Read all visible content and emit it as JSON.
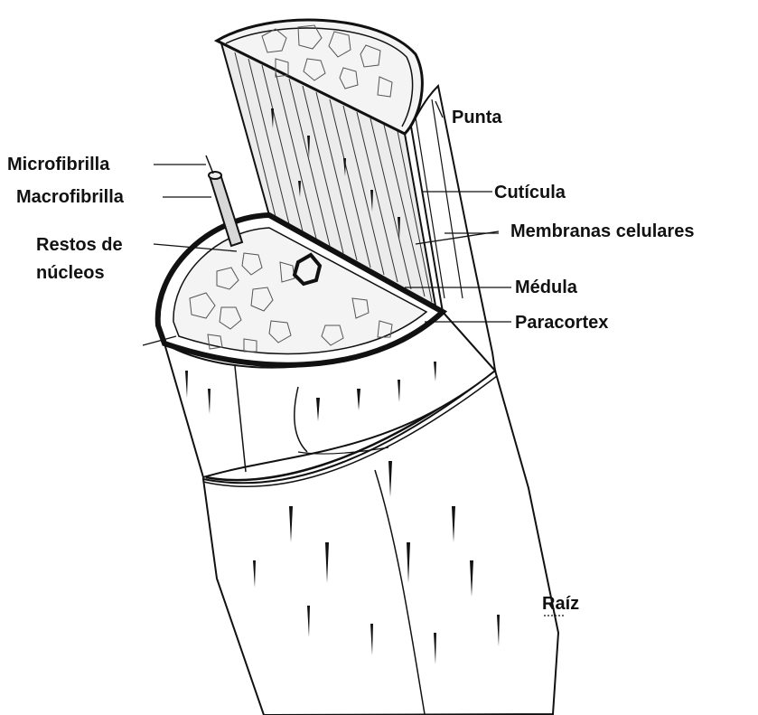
{
  "labels": {
    "punta": "Punta",
    "microfibrilla": "Microfibrilla",
    "macrofibrilla": "Macrofibrilla",
    "cuticula": "Cutícula",
    "membranas": "Membranas celulares",
    "restos_line1": "Restos de",
    "restos_line2": "núcleos",
    "medula": "Médula",
    "paracortex": "Paracortex",
    "raiz": "Raíz"
  },
  "colors": {
    "ink": "#111111",
    "paper": "#ffffff",
    "cell_fill": "#f4f4f4"
  }
}
